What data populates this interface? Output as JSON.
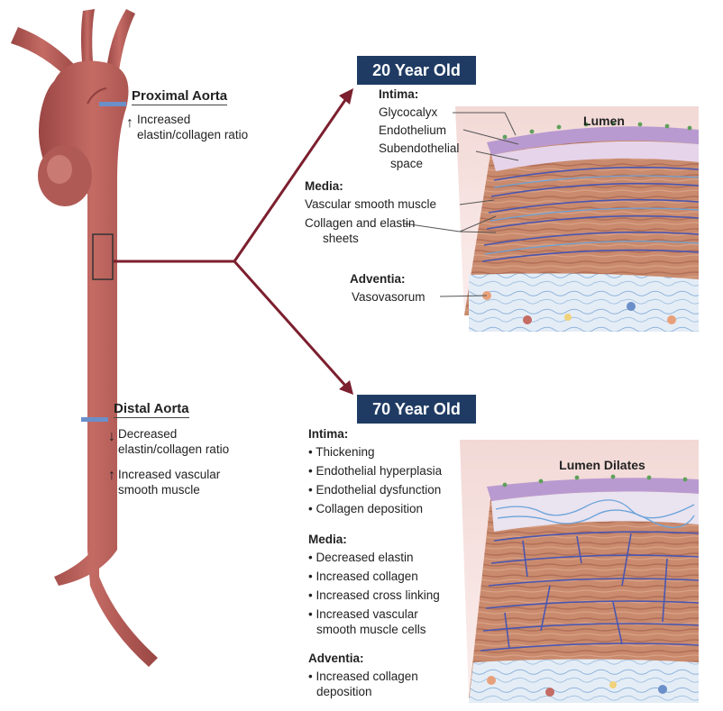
{
  "ages": {
    "young": "20 Year Old",
    "old": "70 Year Old"
  },
  "left": {
    "proximal": {
      "title": "Proximal Aorta",
      "arrow": "↑",
      "l1": "Increased",
      "l2": "elastin/collagen ratio"
    },
    "distal": {
      "title": "Distal Aorta",
      "arrow1": "↓",
      "a1": "Decreased",
      "a2": "elastin/collagen ratio",
      "arrow2": "↑",
      "b1": "Increased vascular",
      "b2": "smooth muscle"
    }
  },
  "young": {
    "intima": "Intima:",
    "glycocalyx": "Glycocalyx",
    "endothelium": "Endothelium",
    "sub1": "Subendothelial",
    "sub2": "space",
    "media": "Media:",
    "vsm": "Vascular smooth muscle",
    "col1": "Collagen and elastin",
    "col2": "sheets",
    "adventia": "Adventia:",
    "vaso": "Vasovasorum",
    "lumen": "Lumen"
  },
  "old": {
    "intima": "Intima:",
    "intima_items": [
      "• Thickening",
      "• Endothelial hyperplasia",
      "• Endothelial dysfunction",
      "• Collagen deposition"
    ],
    "media": "Media:",
    "media_items": [
      "• Decreased elastin",
      "• Increased collagen",
      "• Increased cross linking",
      "• Increased vascular",
      "smooth muscle cells"
    ],
    "adventia": "Adventia:",
    "adv_items": [
      "• Increased collagen",
      "deposition"
    ],
    "lumen": "Lumen Dilates"
  },
  "colors": {
    "aorta": "#b65c57",
    "aorta_dark": "#8f3f3d",
    "arrow": "#7c1f2e",
    "badge": "#1f3b63",
    "media": "#c9876b",
    "elastin": "#4a56b0",
    "adventitia": "#dfe9f3",
    "intima": "#a98bc4"
  }
}
